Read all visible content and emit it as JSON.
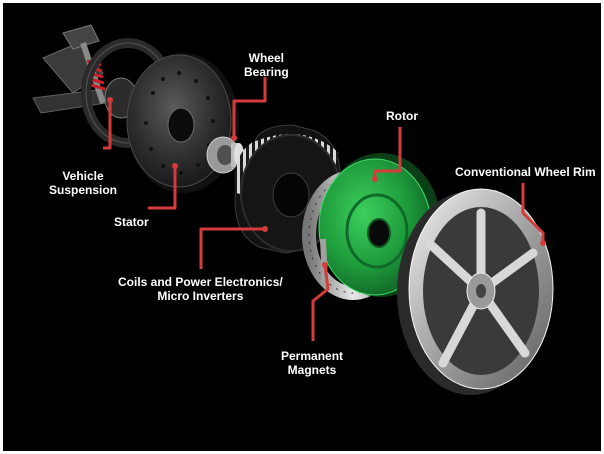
{
  "labels": {
    "wheel_bearing": [
      "Wheel",
      "Bearing"
    ],
    "rotor": "Rotor",
    "conventional_wheel_rim": "Conventional Wheel Rim",
    "vehicle_suspension": [
      "Vehicle",
      "Suspension"
    ],
    "stator": "Stator",
    "coils_power_electronics": [
      "Coils and Power Electronics/",
      "Micro Inverters"
    ],
    "permanent_magnets": [
      "Permanent",
      "Magnets"
    ]
  },
  "colors": {
    "background": "#000000",
    "leader_line": "#d63b3b",
    "rotor_green": "#1e9a3a",
    "spring_red": "#c8202a",
    "label_text": "#ffffff"
  }
}
